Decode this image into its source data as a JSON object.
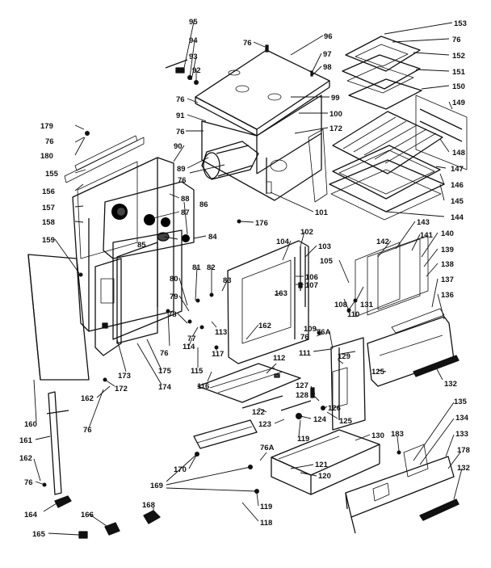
{
  "callouts": [
    {
      "id": "l95",
      "text": "95"
    },
    {
      "id": "l94",
      "text": "94"
    },
    {
      "id": "l93",
      "text": "93"
    },
    {
      "id": "l92",
      "text": "92"
    },
    {
      "id": "l76a",
      "text": "76"
    },
    {
      "id": "l96",
      "text": "96"
    },
    {
      "id": "l97",
      "text": "97"
    },
    {
      "id": "l98",
      "text": "98"
    },
    {
      "id": "l99",
      "text": "99"
    },
    {
      "id": "l76b",
      "text": "76"
    },
    {
      "id": "l100",
      "text": "100"
    },
    {
      "id": "l172a",
      "text": "172"
    },
    {
      "id": "l91",
      "text": "91"
    },
    {
      "id": "l76c",
      "text": "76"
    },
    {
      "id": "l90",
      "text": "90"
    },
    {
      "id": "l89",
      "text": "89"
    },
    {
      "id": "l76d",
      "text": "76"
    },
    {
      "id": "l88",
      "text": "88"
    },
    {
      "id": "l87",
      "text": "87"
    },
    {
      "id": "l86",
      "text": "86"
    },
    {
      "id": "l85",
      "text": "85"
    },
    {
      "id": "l84",
      "text": "84"
    },
    {
      "id": "l101",
      "text": "101"
    },
    {
      "id": "l176",
      "text": "176"
    },
    {
      "id": "l179",
      "text": "179"
    },
    {
      "id": "l76e",
      "text": "76"
    },
    {
      "id": "l180",
      "text": "180"
    },
    {
      "id": "l155",
      "text": "155"
    },
    {
      "id": "l156",
      "text": "156"
    },
    {
      "id": "l157",
      "text": "157"
    },
    {
      "id": "l158",
      "text": "158"
    },
    {
      "id": "l159",
      "text": "159"
    },
    {
      "id": "l153",
      "text": "153"
    },
    {
      "id": "l76f",
      "text": "76"
    },
    {
      "id": "l152",
      "text": "152"
    },
    {
      "id": "l151",
      "text": "151"
    },
    {
      "id": "l150",
      "text": "150"
    },
    {
      "id": "l149",
      "text": "149"
    },
    {
      "id": "l148",
      "text": "148"
    },
    {
      "id": "l147",
      "text": "147"
    },
    {
      "id": "l146",
      "text": "146"
    },
    {
      "id": "l145",
      "text": "145"
    },
    {
      "id": "l144",
      "text": "144"
    },
    {
      "id": "l143",
      "text": "143"
    },
    {
      "id": "l142",
      "text": "142"
    },
    {
      "id": "l141",
      "text": "141"
    },
    {
      "id": "l140",
      "text": "140"
    },
    {
      "id": "l139",
      "text": "139"
    },
    {
      "id": "l138",
      "text": "138"
    },
    {
      "id": "l137",
      "text": "137"
    },
    {
      "id": "l136",
      "text": "136"
    },
    {
      "id": "l104",
      "text": "104"
    },
    {
      "id": "l102",
      "text": "102"
    },
    {
      "id": "l103",
      "text": "103"
    },
    {
      "id": "l105",
      "text": "105"
    },
    {
      "id": "l106",
      "text": "106"
    },
    {
      "id": "l107",
      "text": "107"
    },
    {
      "id": "l163",
      "text": "163"
    },
    {
      "id": "l162a",
      "text": "162"
    },
    {
      "id": "l108",
      "text": "108"
    },
    {
      "id": "l110",
      "text": "110"
    },
    {
      "id": "l109",
      "text": "109"
    },
    {
      "id": "l131",
      "text": "131"
    },
    {
      "id": "l76g",
      "text": "76"
    },
    {
      "id": "l76A1",
      "text": "76A"
    },
    {
      "id": "l111",
      "text": "111"
    },
    {
      "id": "l129",
      "text": "129"
    },
    {
      "id": "l125a",
      "text": "125"
    },
    {
      "id": "l132a",
      "text": "132"
    },
    {
      "id": "l81",
      "text": "81"
    },
    {
      "id": "l82",
      "text": "82"
    },
    {
      "id": "l83",
      "text": "83"
    },
    {
      "id": "l80",
      "text": "80"
    },
    {
      "id": "l79",
      "text": "79"
    },
    {
      "id": "l78",
      "text": "78"
    },
    {
      "id": "l77",
      "text": "77"
    },
    {
      "id": "l113",
      "text": "113"
    },
    {
      "id": "l76h",
      "text": "76"
    },
    {
      "id": "l114",
      "text": "114"
    },
    {
      "id": "l115",
      "text": "115"
    },
    {
      "id": "l117",
      "text": "117"
    },
    {
      "id": "l116",
      "text": "116"
    },
    {
      "id": "l173",
      "text": "173"
    },
    {
      "id": "l175",
      "text": "175"
    },
    {
      "id": "l174",
      "text": "174"
    },
    {
      "id": "l172b",
      "text": "172"
    },
    {
      "id": "l162b",
      "text": "162"
    },
    {
      "id": "l76i",
      "text": "76"
    },
    {
      "id": "l160",
      "text": "160"
    },
    {
      "id": "l112",
      "text": "112"
    },
    {
      "id": "l127",
      "text": "127"
    },
    {
      "id": "l128",
      "text": "128"
    },
    {
      "id": "l126",
      "text": "126"
    },
    {
      "id": "l125b",
      "text": "125"
    },
    {
      "id": "l124",
      "text": "124"
    },
    {
      "id": "l122",
      "text": "122"
    },
    {
      "id": "l123",
      "text": "123"
    },
    {
      "id": "l119a",
      "text": "119"
    },
    {
      "id": "l76A2",
      "text": "76A"
    },
    {
      "id": "l130",
      "text": "130"
    },
    {
      "id": "l121",
      "text": "121"
    },
    {
      "id": "l120",
      "text": "120"
    },
    {
      "id": "l170",
      "text": "170"
    },
    {
      "id": "l169",
      "text": "169"
    },
    {
      "id": "l119b",
      "text": "119"
    },
    {
      "id": "l118",
      "text": "118"
    },
    {
      "id": "l168",
      "text": "168"
    },
    {
      "id": "l161",
      "text": "161"
    },
    {
      "id": "l162c",
      "text": "162"
    },
    {
      "id": "l76j",
      "text": "76"
    },
    {
      "id": "l164",
      "text": "164"
    },
    {
      "id": "l166",
      "text": "166"
    },
    {
      "id": "l165",
      "text": "165"
    },
    {
      "id": "l183",
      "text": "183"
    },
    {
      "id": "l135",
      "text": "135"
    },
    {
      "id": "l134",
      "text": "134"
    },
    {
      "id": "l133",
      "text": "133"
    },
    {
      "id": "l178",
      "text": "178"
    },
    {
      "id": "l132b",
      "text": "132"
    }
  ]
}
